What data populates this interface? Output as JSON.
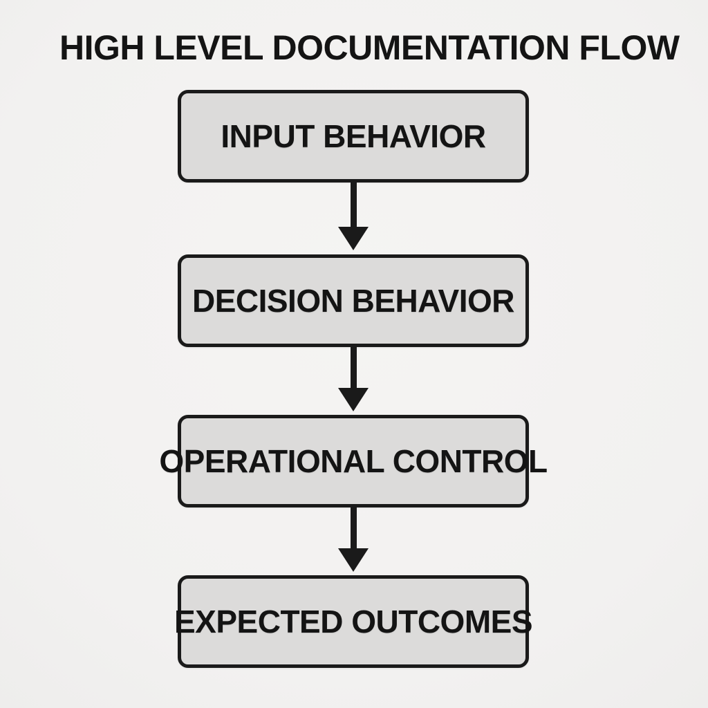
{
  "title": "HIGH LEVEL DOCUMENTATION FLOW",
  "flow": {
    "nodes": [
      {
        "label": "INPUT BEHAVIOR"
      },
      {
        "label": "DECISION BEHAVIOR"
      },
      {
        "label": "OPERATIONAL CONTROL"
      },
      {
        "label": "EXPECTED OUTCOMES"
      }
    ],
    "connector_icon": "down-arrow-icon",
    "direction": "top-to-bottom"
  },
  "colors": {
    "background": "#f3f2f1",
    "node_fill": "#dcdbda",
    "node_border": "#1a1a1a",
    "text": "#141414",
    "arrow": "#1a1a1a"
  }
}
